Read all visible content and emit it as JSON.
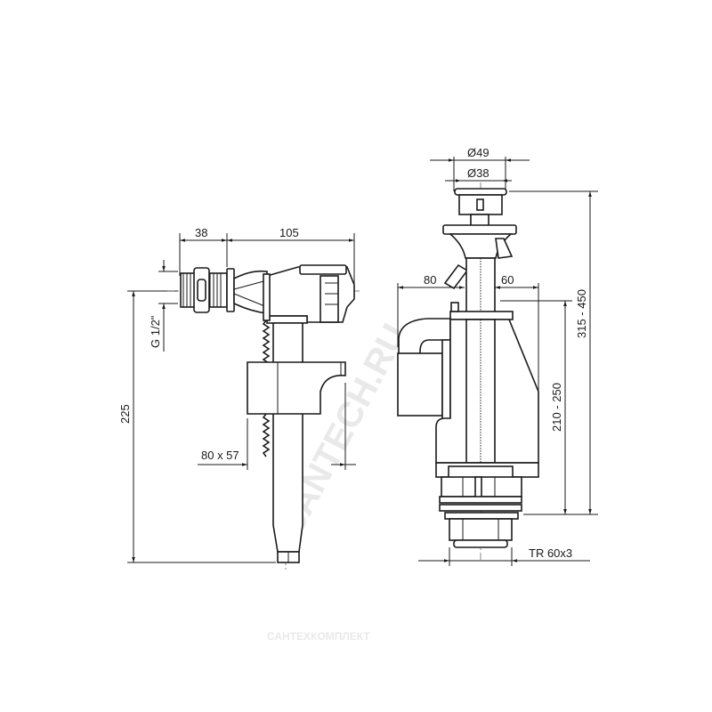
{
  "fill_valve": {
    "dim_inlet_length": "38",
    "dim_body_length": "105",
    "dim_thread": "G 1/2\"",
    "dim_height": "225",
    "dim_float": "80 x 57"
  },
  "flush_valve": {
    "dim_button_outer": "Ø49",
    "dim_button_inner": "Ø38",
    "dim_left_reach": "80",
    "dim_right_reach": "60",
    "dim_overflow_height": "210 - 250",
    "dim_total_height": "315 - 450",
    "dim_thread": "TR 60x3"
  },
  "watermarks": {
    "diagonal": "SANTECH.RU",
    "bottom": "САНТЕХКОМПЛЕКТ"
  }
}
